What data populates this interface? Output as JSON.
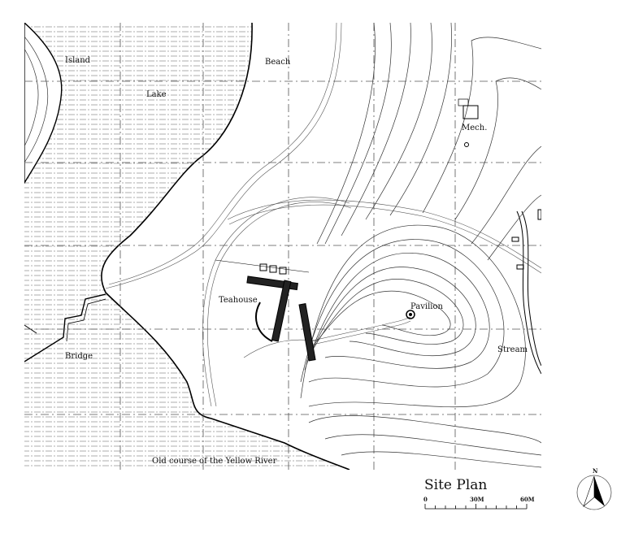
{
  "labels": {
    "island": "Island",
    "lake": "Lake",
    "beach": "Beach",
    "mech": "Mech.",
    "teahouse": "Teahouse",
    "pavilion": "Pavilion",
    "stream": "Stream",
    "bridge": "Bridge",
    "river": "Old course of the Yellow River"
  },
  "title": "Site Plan",
  "scale": {
    "start": "0",
    "mid": "30M",
    "end": "60M"
  },
  "north": "N",
  "colors": {
    "line": "#000000",
    "background": "#ffffff"
  }
}
